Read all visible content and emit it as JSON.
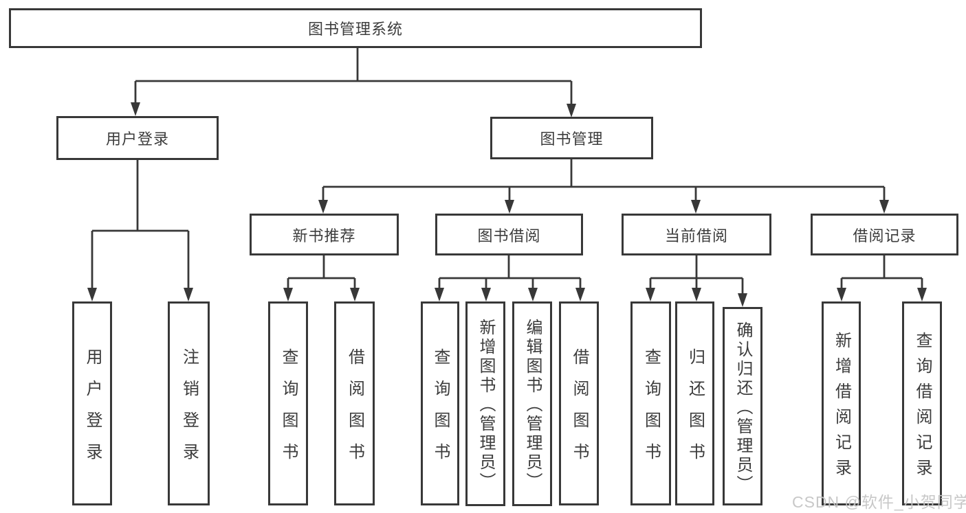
{
  "tree": {
    "label": "图书管理系统",
    "children": [
      {
        "label": "用户登录",
        "children": [
          {
            "label": "用户登录"
          },
          {
            "label": "注销登录"
          }
        ]
      },
      {
        "label": "图书管理",
        "children": [
          {
            "label": "新书推荐",
            "children": [
              {
                "label": "查询图书"
              },
              {
                "label": "借阅图书"
              }
            ]
          },
          {
            "label": "图书借阅",
            "children": [
              {
                "label": "查询图书"
              },
              {
                "label": "新增图书（管理员）"
              },
              {
                "label": "编辑图书（管理员）"
              },
              {
                "label": "借阅图书"
              }
            ]
          },
          {
            "label": "当前借阅",
            "children": [
              {
                "label": "查询图书"
              },
              {
                "label": "归还图书"
              },
              {
                "label": "确认归还（管理员）"
              }
            ]
          },
          {
            "label": "借阅记录",
            "children": [
              {
                "label": "新增借阅记录"
              },
              {
                "label": "查询借阅记录"
              }
            ]
          }
        ]
      }
    ]
  },
  "watermark": {
    "text": "CSDN @软件_小贺同学"
  },
  "colors": {
    "line": "#383838",
    "text": "#3c3c3c",
    "watermark": "#c5c5c5",
    "background": "#ffffff"
  }
}
